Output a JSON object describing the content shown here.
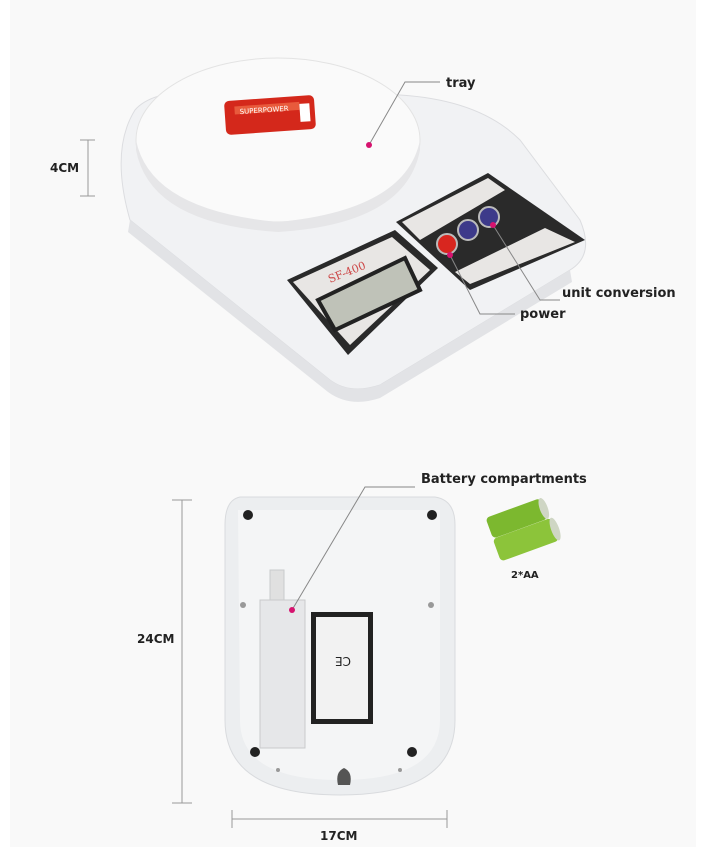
{
  "top_view": {
    "labels": {
      "tray": "tray",
      "unit_conversion": "unit conversion",
      "power": "power"
    },
    "height_dimension": "4CM",
    "model_text": "SF-400",
    "battery_brand": "SUPERPOWER"
  },
  "bottom_view": {
    "labels": {
      "battery_compartments": "Battery compartments"
    },
    "height_dimension": "24CM",
    "width_dimension": "17CM",
    "battery_caption": "2*AA"
  },
  "colors": {
    "marker": "#d6136f",
    "power_button": "#d8261f",
    "mode_button": "#3d3a8a",
    "battery_green": "#7cb82f"
  }
}
